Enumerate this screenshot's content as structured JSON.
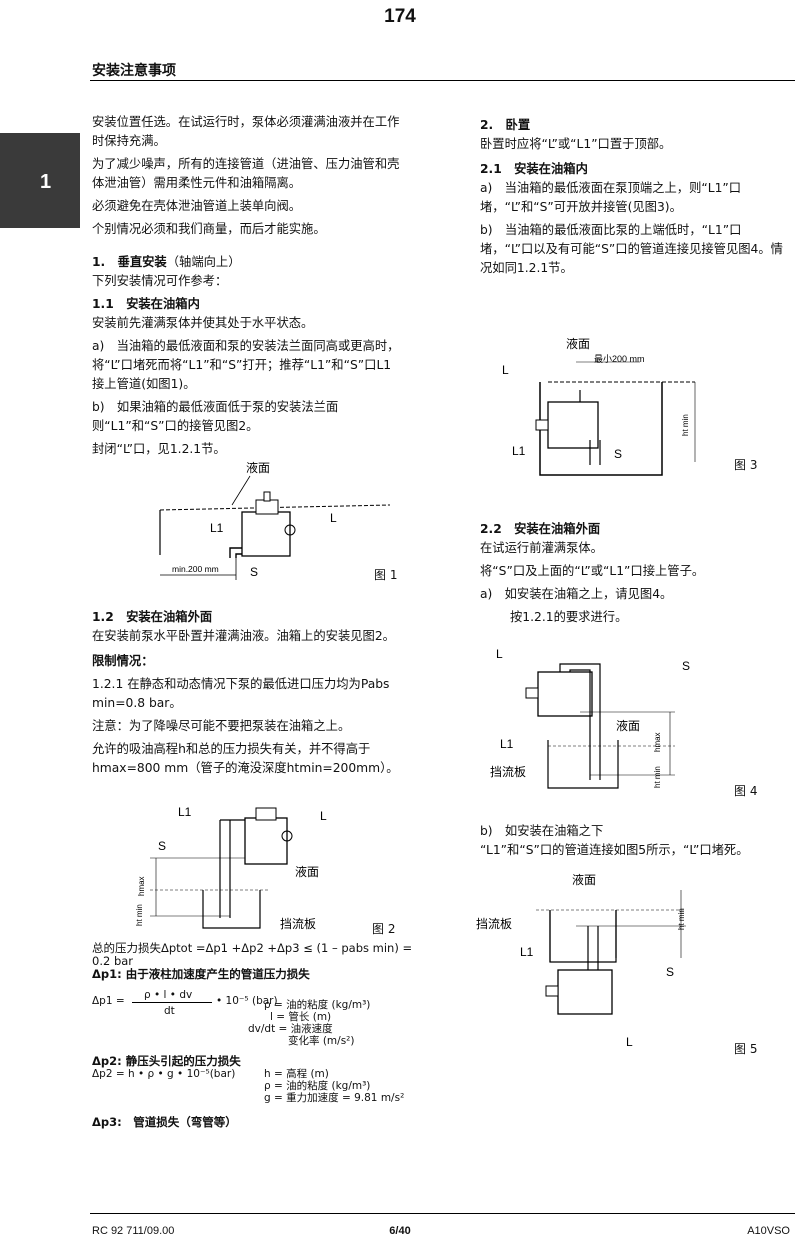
{
  "page_number": "174",
  "section_title": "安装注意事项",
  "tab_number": "1",
  "intro": [
    "安装位置任选。在试运行时，泵体必须灌满油液并在工作时保持充满。",
    "为了减少噪声，所有的连接管道（进油管、压力油管和壳体泄油管）需用柔性元件和油箱隔离。",
    "必须避免在壳体泄油管道上装单向阀。",
    "个别情况必须和我们商量，而后才能实施。"
  ],
  "s1": {
    "heading": "1.　垂直安装",
    "heading_note": "（轴端向上）",
    "sub": "下列安装情况可作参考："
  },
  "s11": {
    "heading": "1.1　安装在油箱内",
    "text": "安装前先灌满泵体并使其处于水平状态。",
    "a": "a)　当油箱的最低液面和泵的安装法兰面同高或更高时，将“L”口堵死而将“L1”和“S”打开；推荐“L1”和“S”口L1接上管道(如图1)。",
    "b": "b)　如果油箱的最低液面低于泵的安装法兰面则“L1”和“S”口的接管见图2。",
    "close": "封闭“L”口，见1.2.1节。"
  },
  "fig1": {
    "liquid": "液面",
    "L1": "L1",
    "L": "L",
    "S": "S",
    "dim": "min.200 mm",
    "caption": "图 1"
  },
  "s12": {
    "heading": "1.2　安装在油箱外面",
    "text": "在安装前泵水平卧置并灌满油液。油箱上的安装见图2。",
    "limit": "限制情况：",
    "p121": "1.2.1 在静态和动态情况下泵的最低进口压力均为Pabs min=0.8 bar。",
    "note": "注意：为了降噪尽可能不要把泵装在油箱之上。",
    "allow": "允许的吸油高程h和总的压力损失有关，并不得高于hmax=800 mm（管子的淹没深度htmin=200mm）。"
  },
  "fig2": {
    "L1": "L1",
    "L": "L",
    "S": "S",
    "liquid": "液面",
    "baffle": "挡流板",
    "hmax": "hmax",
    "htmin": "ht min",
    "caption": "图 2"
  },
  "formulas": {
    "total": "总的压力损失Δptot =Δp1 +Δp2 +Δp3 ≤ (1 – pabs min) = 0.2 bar",
    "dp1_title": "Δp1: 由于液柱加速度产生的管道压力损失",
    "dp1_lhs": "Δp1 =",
    "dp1_num": "ρ • l • dv",
    "dp1_den": "dt",
    "dp1_tail": "• 10⁻⁵ (bar)",
    "dp1_rho": "ρ = 油的粘度 (kg/m³)",
    "dp1_l": "l = 管长 (m)",
    "dp1_dv": "dv/dt = 油液速度",
    "dp1_dv2": "变化率 (m/s²)",
    "dp2_title": "Δp2: 静压头引起的压力损失",
    "dp2_formula": "Δp2 = h • ρ • g • 10⁻⁵(bar)",
    "dp2_h": "h = 高程 (m)",
    "dp2_rho": "ρ = 油的粘度 (kg/m³)",
    "dp2_g": "g = 重力加速度 = 9.81 m/s²",
    "dp3_title": "Δp3:　管道损失（弯管等）"
  },
  "s2": {
    "heading": "2.　卧置",
    "text": "卧置时应将“L”或“L1”口置于顶部。"
  },
  "s21": {
    "heading": "2.1　安装在油箱内",
    "a": "a)　当油箱的最低液面在泵顶端之上，则“L1”口堵，“L”和“S”可开放并接管(见图3)。",
    "b": "b)　当油箱的最低液面比泵的上端低时，“L1”口堵，“L”口以及有可能“S”口的管道连接见接管见图4。情况如同1.2.1节。"
  },
  "fig3": {
    "liquid": "液面",
    "dim": "最小200 mm",
    "L": "L",
    "L1": "L1",
    "S": "S",
    "htmin": "ht min",
    "caption": "图 3"
  },
  "s22": {
    "heading": "2.2　安装在油箱外面",
    "text": "在试运行前灌满泵体。",
    "connect": "将“S”口及上面的“L”或“L1”口接上管子。",
    "a": "a)　如安装在油箱之上，请见图4。",
    "a2": "按1.2.1的要求进行。"
  },
  "fig4": {
    "L": "L",
    "S": "S",
    "L1": "L1",
    "liquid": "液面",
    "baffle": "挡流板",
    "hmax": "hmax",
    "htmin": "ht min",
    "caption": "图 4"
  },
  "s22b": {
    "b": "b)　如安装在油箱之下",
    "text": "“L1”和“S”口的管道连接如图5所示，“L”口堵死。"
  },
  "fig5": {
    "liquid": "液面",
    "baffle": "挡流板",
    "L1": "L1",
    "S": "S",
    "L": "L",
    "htmin": "ht min",
    "caption": "图 5"
  },
  "footer": {
    "left": "RC 92 711/09.00",
    "center": "6/40",
    "right": "A10VSO"
  }
}
